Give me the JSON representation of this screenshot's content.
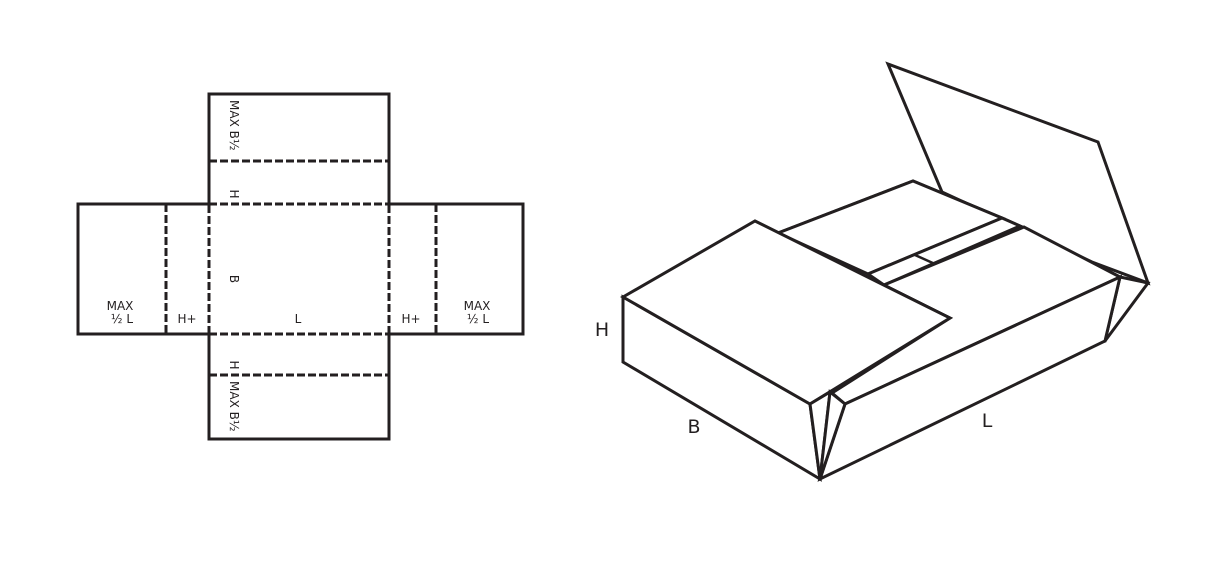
{
  "colors": {
    "line": "#231f20",
    "background": "#ffffff"
  },
  "flat_layout": {
    "left_flap_max": "MAX",
    "left_flap_half_l": "½ L",
    "left_h_plus": "H+",
    "center_l": "L",
    "center_b": "B",
    "right_h_plus": "H+",
    "right_flap_max": "MAX",
    "right_flap_half_l": "½ L",
    "top_h": "H",
    "top_flap": "MAX B½",
    "bottom_h": "H",
    "bottom_flap": "MAX B½"
  },
  "box_3d": {
    "height_label": "H",
    "breadth_label": "B",
    "length_label": "L"
  }
}
